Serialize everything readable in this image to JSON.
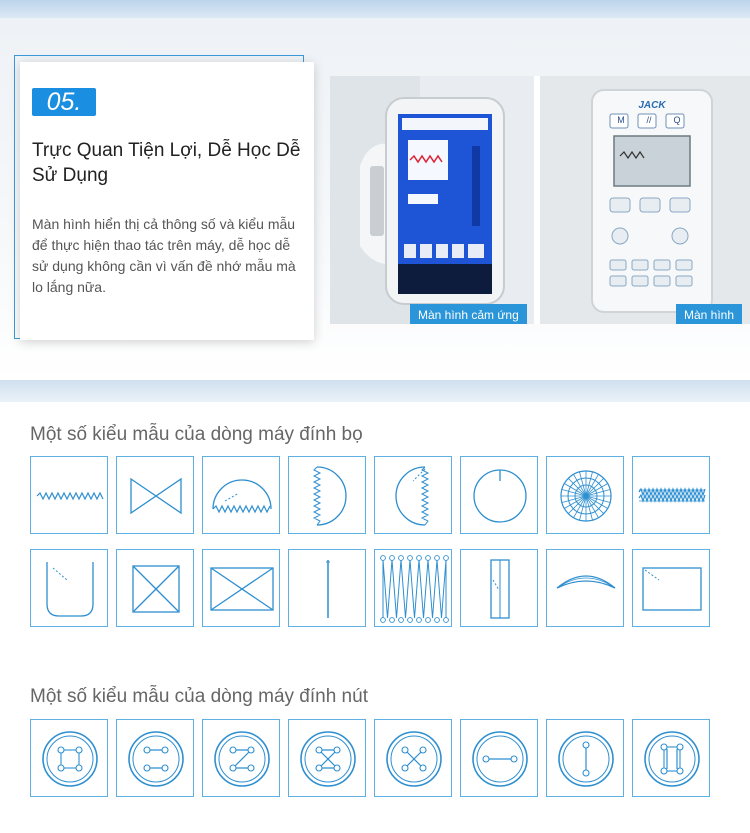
{
  "feature": {
    "number": "05.",
    "title": "Trực Quan Tiện Lợi, Dễ Học Dễ Sử Dụng",
    "body": "Màn hình hiển thị cả thông số và kiểu mẫu để thực hiện thao tác trên máy, dễ học dễ sử dụng không cần vì vấn đề nhớ mẫu mà lo lắng nữa."
  },
  "photos": {
    "touch_caption": "Màn hình cảm ứng",
    "display_caption": "Màn hình",
    "brand_logo": "JACK",
    "touch_buttons": [
      "M",
      "//",
      "Q"
    ]
  },
  "bartack_section": {
    "title": "Một số kiểu mẫu của dòng máy đính bọ",
    "patterns": [
      "zigzag-line",
      "bowtie",
      "half-circle-flat",
      "half-circle-left",
      "half-circle-right",
      "circle-notch",
      "sunburst-circle",
      "double-zigzag",
      "pocket-shape",
      "square-cross",
      "rectangle-cross",
      "vertical-line",
      "dense-zigzag-grid",
      "vertical-rect-slash",
      "arc-band",
      "rectangle-corner-slash"
    ]
  },
  "button_section": {
    "title": "Một số kiểu mẫu của dòng máy đính nút",
    "patterns": [
      "button-square-4",
      "button-parallel-4",
      "button-z-4",
      "button-cross-4",
      "button-x-4",
      "button-2-horizontal",
      "button-2-vertical",
      "button-box-4"
    ]
  },
  "colors": {
    "accent": "#1a8ee0",
    "stroke": "#2e8fd0",
    "border": "#5fb0e2"
  }
}
